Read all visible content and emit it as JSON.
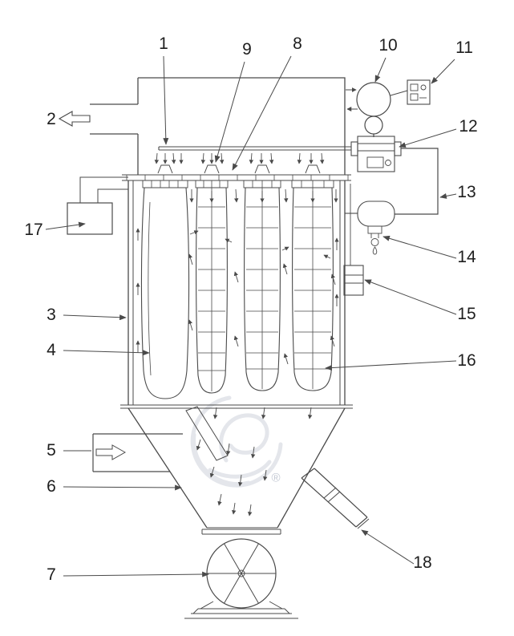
{
  "diagram": {
    "description_labels": "numbered part callouts of a pulse-jet bag filter dust collector",
    "labels": [
      "1",
      "2",
      "3",
      "4",
      "5",
      "6",
      "7",
      "8",
      "9",
      "10",
      "11",
      "12",
      "13",
      "14",
      "15",
      "16",
      "17",
      "18"
    ],
    "watermark_symbol": "®",
    "line_color": "#4a4a4a",
    "background": "#ffffff"
  }
}
